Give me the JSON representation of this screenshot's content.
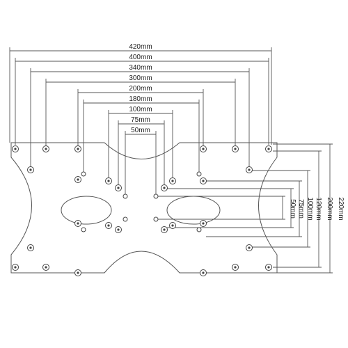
{
  "diagram": {
    "horizontal_dimensions": [
      "420mm",
      "400mm",
      "340mm",
      "300mm",
      "200mm",
      "180mm",
      "100mm",
      "75mm",
      "50mm"
    ],
    "vertical_dimensions": [
      "220mm",
      "200mm",
      "120mm",
      "100mm",
      "75mm",
      "50mm"
    ],
    "line_color": "#555555",
    "text_color": "#222222"
  }
}
